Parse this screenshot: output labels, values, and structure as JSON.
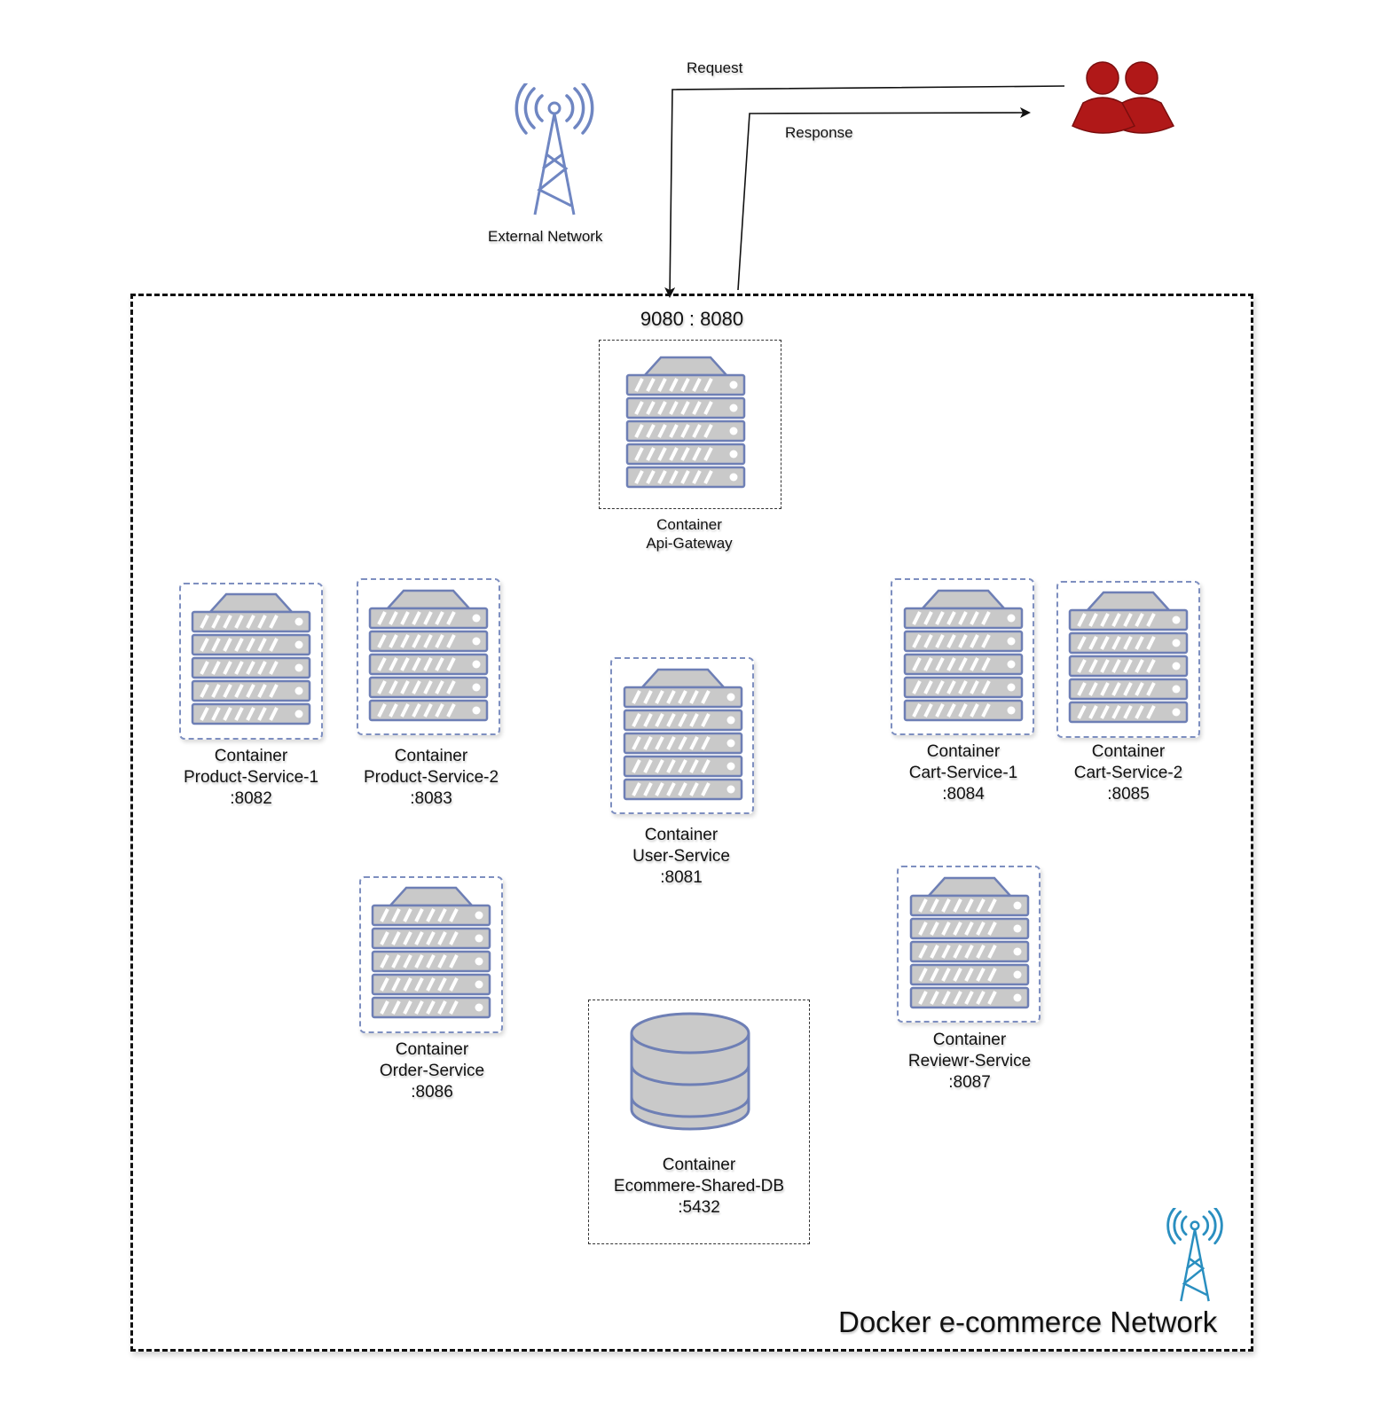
{
  "diagram": {
    "request_label": "Request",
    "response_label": "Response",
    "external_network_label": "External Network",
    "port_mapping": "9080 : 8080",
    "network_title": "Docker e-commerce Network",
    "colors": {
      "server_gray": "#c9c9c9",
      "server_outline": "#6e7fb5",
      "users_red": "#b01818",
      "tower_blue_external": "#6f86c2",
      "tower_blue_network": "#2a8fc0"
    },
    "icons": [
      "antenna-tower-icon",
      "users-icon",
      "server-rack-icon",
      "database-icon"
    ],
    "containers": {
      "gateway": {
        "title": "Container",
        "name": "Api-Gateway"
      },
      "product1": {
        "title": "Container",
        "name": "Product-Service-1",
        "port": ":8082"
      },
      "product2": {
        "title": "Container",
        "name": "Product-Service-2",
        "port": ":8083"
      },
      "user": {
        "title": "Container",
        "name": "User-Service",
        "port": ":8081"
      },
      "cart1": {
        "title": "Container",
        "name": "Cart-Service-1",
        "port": ":8084"
      },
      "cart2": {
        "title": "Container",
        "name": "Cart-Service-2",
        "port": ":8085"
      },
      "order": {
        "title": "Container",
        "name": "Order-Service",
        "port": ":8086"
      },
      "review": {
        "title": "Container",
        "name": "Reviewr-Service",
        "port": ":8087"
      },
      "db": {
        "title": "Container",
        "name": "Ecommere-Shared-DB",
        "port": ":5432"
      }
    }
  }
}
